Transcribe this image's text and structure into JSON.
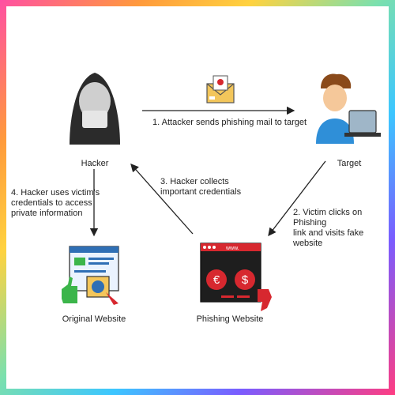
{
  "nodes": {
    "hacker": "Hacker",
    "target": "Target",
    "original_website": "Original Website",
    "phishing_website": "Phishing Website"
  },
  "steps": {
    "step1": "1. Attacker sends phishing mail to target",
    "step2_line1": "2. Victim clicks on Phishing",
    "step2_line2": "link and visits fake website",
    "step3_line1": "3. Hacker collects",
    "step3_line2": "important credentials",
    "step4_line1": "4. Hacker uses victim's",
    "step4_line2": "credentials to access",
    "step4_line3": "private information"
  },
  "phishing_url_text": "www.",
  "currency_symbols": [
    "€",
    "$"
  ],
  "colors": {
    "accent_red": "#d7282f",
    "dark": "#2b2b2b",
    "green": "#3bb54a",
    "blue": "#2f6fb5"
  },
  "icons": [
    "hacker-icon",
    "target-user-icon",
    "phishing-mail-icon",
    "original-website-icon",
    "phishing-website-icon"
  ]
}
